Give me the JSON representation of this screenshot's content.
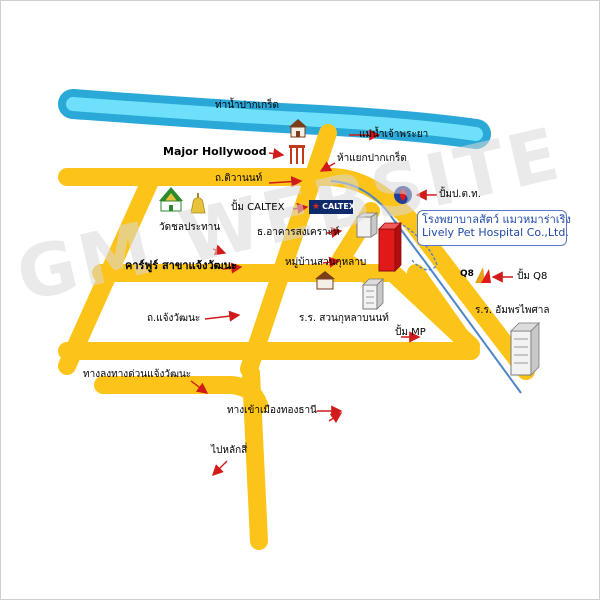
{
  "watermark": "GM WEBSITE",
  "labels": {
    "pier": "ท่าน้ำปากเกร็ด",
    "river": "แม่น้ำเจ้าพระยา",
    "major": "Major Hollywood",
    "junction": "ห้าแยกปากเกร็ด",
    "tiwanon": "ถ.ติวานนท์",
    "pttpump": "ปั้มป.ต.ท.",
    "caltex": "ปั้ม CALTEX",
    "temple": "วัดชลประทาน",
    "building": "ธ.อาคารสงเคราะห์",
    "village": "หมู่บ้านสวนกุหลาบ",
    "carrefour": "คาร์ฟูร์ สาขาแจ้งวัฒนะ",
    "q8pump": "ปั้ม Q8",
    "q8": "Q8",
    "chaeng": "ถ.แจ้งวัฒนะ",
    "school": "ร.ร. สวนกุหลาบนนท์",
    "ampornschool": "ร.ร. อัมพรไพศาล",
    "mppump": "ปั้ม MP",
    "expressway": "ทางลงทางด่วนแจ้งวัฒนะ",
    "muangthong": "ทางเข้าเมืองทองธานี",
    "laksi": "ไปหลักสี่",
    "caltex_logo": "CALTEX"
  },
  "hospital": {
    "name_th": "โรงพยาบาลสัตว์ แมวหมาร่าเริง",
    "name_en": "Lively Pet Hospital Co.,Ltd."
  },
  "colors": {
    "road": "#fcc419",
    "river": "#38c8f0",
    "arrow": "#d11a1a",
    "hospital": "#e01919",
    "route": "#4f86c6"
  },
  "icons": [
    "house-icon",
    "gate-icon",
    "temple-icon",
    "bell-icon",
    "ptt-icon",
    "caltex-logo",
    "shell-building-icon",
    "hospital-building-icon",
    "q8-logo",
    "school-building-icon",
    "tower-building-icon"
  ]
}
